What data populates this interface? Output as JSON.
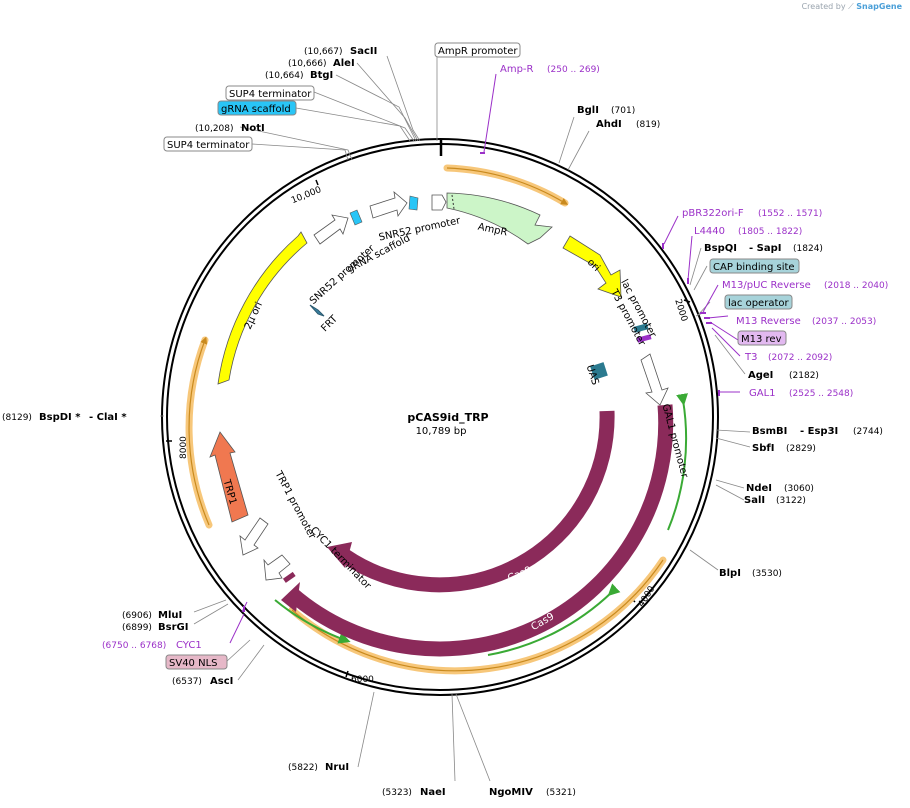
{
  "app": {
    "credit_prefix": "Created by",
    "credit_brand": "SnapGene"
  },
  "plasmid": {
    "name": "pCAS9id_TRP",
    "size_label": "10,789 bp"
  },
  "ticks": [
    "2000",
    "4000",
    "6000",
    "8000",
    "10,000"
  ],
  "colors": {
    "cds_maroon": "#8b2a5a",
    "ampR": "#ccf5c8",
    "ori": "#ffff00",
    "trp1": "#f07850",
    "promoter": "#ffffff",
    "gRNA": "#29c5f6",
    "frt": "#3a7f9f",
    "uas": "#2b7a8f",
    "primer": "#9b30c8",
    "orange_band": "#f7c77a",
    "green_arrow": "#3aaa35"
  },
  "enzymes_right": [
    {
      "name": "BglI",
      "pos": "(701)"
    },
    {
      "name": "AhdI",
      "pos": "(819)"
    },
    {
      "name": "BspQI",
      "name2": "- SapI",
      "pos": "(1824)"
    },
    {
      "name": "AgeI",
      "pos": "(2182)"
    },
    {
      "name": "BsmBI",
      "name2": "- Esp3I",
      "pos": "(2744)"
    },
    {
      "name": "SbfI",
      "pos": "(2829)"
    },
    {
      "name": "NdeI",
      "pos": "(3060)"
    },
    {
      "name": "SalI",
      "pos": "(3122)"
    },
    {
      "name": "BlpI",
      "pos": "(3530)"
    }
  ],
  "enzymes_left": [
    {
      "name": "SacII",
      "pos": "(10,667)"
    },
    {
      "name": "AleI",
      "pos": "(10,666)"
    },
    {
      "name": "BtgI",
      "pos": "(10,664)"
    },
    {
      "name": "NotI",
      "pos": "(10,208)"
    },
    {
      "name": "BspDI *",
      "name2": "- ClaI *",
      "pos": "(8129)"
    },
    {
      "name": "MluI",
      "pos": "(6906)"
    },
    {
      "name": "BsrGI",
      "pos": "(6899)"
    },
    {
      "name": "AscI",
      "pos": "(6537)"
    }
  ],
  "enzymes_bottom": [
    {
      "name": "NruI",
      "pos": "(5822)"
    },
    {
      "name": "NaeI",
      "pos": "(5323)"
    },
    {
      "name": "NgoMIV",
      "pos": "(5321)"
    }
  ],
  "primers": [
    {
      "name": "Amp-R",
      "range": "(250 .. 269)"
    },
    {
      "name": "pBR322ori-F",
      "range": "(1552 .. 1571)"
    },
    {
      "name": "L4440",
      "range": "(1805 .. 1822)"
    },
    {
      "name": "M13/pUC Reverse",
      "range": "(2018 .. 2040)"
    },
    {
      "name": "M13 Reverse",
      "range": "(2037 .. 2053)"
    },
    {
      "name": "T3",
      "range": "(2072 .. 2092)"
    },
    {
      "name": "GAL1",
      "range": "(2525 .. 2548)"
    },
    {
      "name": "CYC1",
      "range": "(6750 .. 6768)"
    }
  ],
  "boxed_labels": {
    "ampR_promoter": "AmpR promoter",
    "sup4_1": "SUP4 terminator",
    "gRNA_box": "gRNA scaffold",
    "sup4_2": "SUP4 terminator",
    "cap": "CAP binding site",
    "lac_op": "lac operator",
    "m13rev": "M13 rev",
    "sv40": "SV40 NLS"
  },
  "features": {
    "ampR": "AmpR",
    "ori": "ori",
    "two_micron": "2μ ori",
    "trp1": "TRP1",
    "cas9": "Cas9",
    "snr52a": "SNR52 promoter",
    "snr52b": "SNR52 promoter",
    "gRNA": "gRNA scaffold",
    "frt": "FRT",
    "uas": "UAS",
    "lac_prom": "lac promoter",
    "t3_prom": "T3 promoter",
    "gal1_prom": "GAL1 promoter",
    "trp1_prom": "TRP1 promoter",
    "cyc1_term": "CYC1 terminator"
  }
}
